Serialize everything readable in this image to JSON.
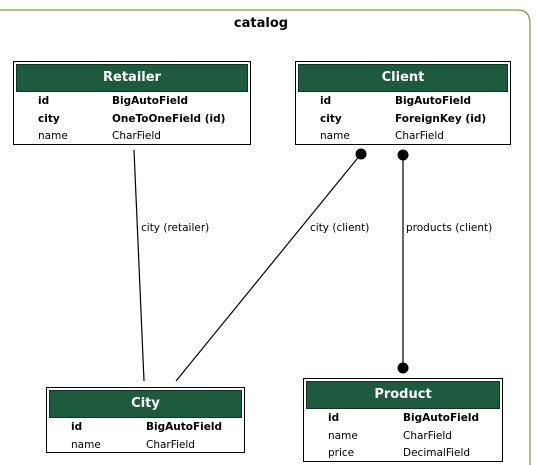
{
  "cluster": {
    "title": "catalog",
    "border_color": "#7a9a3a"
  },
  "entities": {
    "retailer": {
      "name": "Retailer",
      "fields": [
        {
          "name": "id",
          "type": "BigAutoField",
          "bold": true
        },
        {
          "name": "city",
          "type": "OneToOneField (id)",
          "bold": true
        },
        {
          "name": "name",
          "type": "CharField",
          "bold": false
        }
      ]
    },
    "client": {
      "name": "Client",
      "fields": [
        {
          "name": "id",
          "type": "BigAutoField",
          "bold": true
        },
        {
          "name": "city",
          "type": "ForeignKey (id)",
          "bold": true
        },
        {
          "name": "name",
          "type": "CharField",
          "bold": false
        }
      ]
    },
    "city": {
      "name": "City",
      "fields": [
        {
          "name": "id",
          "type": "BigAutoField",
          "bold": true
        },
        {
          "name": "name",
          "type": "CharField",
          "bold": false
        }
      ]
    },
    "product": {
      "name": "Product",
      "fields": [
        {
          "name": "id",
          "type": "BigAutoField",
          "bold": true
        },
        {
          "name": "name",
          "type": "CharField",
          "bold": false
        },
        {
          "name": "price",
          "type": "DecimalField",
          "bold": false
        }
      ]
    }
  },
  "relations": [
    {
      "label": "city (retailer)",
      "from": "retailer",
      "to": "city"
    },
    {
      "label": "city (client)",
      "from": "client",
      "to": "city"
    },
    {
      "label": "products (client)",
      "from": "client",
      "to": "product"
    }
  ],
  "colors": {
    "header_fill": "#1e5a3e",
    "line": "#000000"
  }
}
